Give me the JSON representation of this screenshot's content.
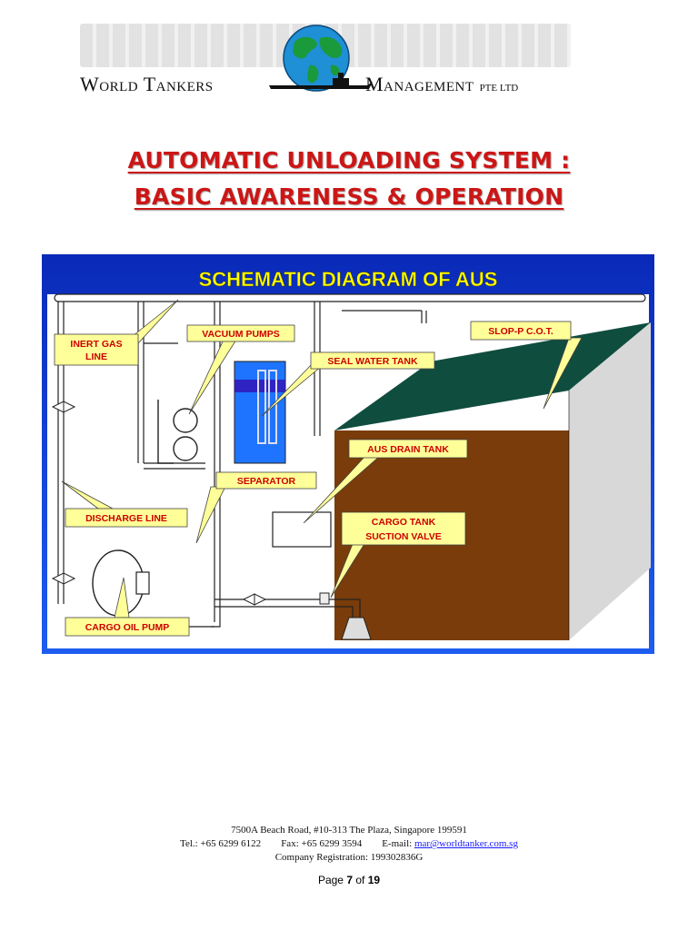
{
  "letterhead": {
    "company_left": "World Tankers",
    "company_right": "Management",
    "company_suffix": "PTE LTD"
  },
  "title": {
    "line1": "AUTOMATIC UNLOADING SYSTEM :",
    "line2": "BASIC AWARENESS & OPERATION"
  },
  "diagram": {
    "heading": "SCHEMATIC DIAGRAM OF AUS",
    "labels": {
      "inert_gas_1": "INERT GAS",
      "inert_gas_2": "LINE",
      "vacuum_pumps": "VACUUM PUMPS",
      "seal_water_tank": "SEAL WATER TANK",
      "slop_p": "SLOP-P C.O.T.",
      "aus_drain_tank": "AUS DRAIN TANK",
      "separator": "SEPARATOR",
      "discharge_line": "DISCHARGE LINE",
      "cargo_tank_1": "CARGO TANK",
      "cargo_tank_2": "SUCTION VALVE",
      "cargo_oil_pump": "CARGO OIL PUMP"
    },
    "colors": {
      "panel": "#0a32c8",
      "heading_text": "#ffff00",
      "callout": "#ffff99",
      "callout_text": "#cc0000",
      "tank_side": "#7a3c0a",
      "tank_top": "#0f4d3f",
      "seal_water": "#1e74ff"
    }
  },
  "footer": {
    "address": "7500A Beach Road, #10-313 The Plaza, Singapore 199591",
    "tel": "Tel.: +65 6299 6122",
    "fax": "Fax: +65 6299 3594",
    "email_label": "E-mail:",
    "email": "mar@worldtanker.com.sg",
    "registration": "Company Registration: 199302836G"
  },
  "pager": {
    "prefix": "Page",
    "current": "7",
    "of": "of",
    "total": "19"
  }
}
